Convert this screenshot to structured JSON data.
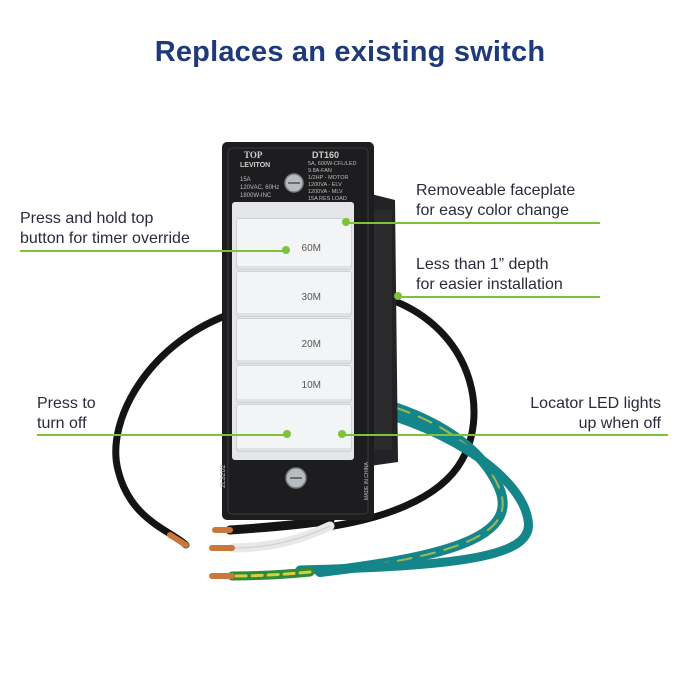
{
  "title": "Replaces an existing switch",
  "callouts": {
    "press_hold": {
      "line1": "Press and hold top",
      "line2": "button for timer override"
    },
    "faceplate": {
      "line1": "Removeable faceplate",
      "line2": "for easy color change"
    },
    "depth": {
      "line1": "Less than 1” depth",
      "line2": "for easier installation"
    },
    "press_off": {
      "line1": "Press to",
      "line2": "turn off"
    },
    "led": {
      "line1": "Locator LED lights",
      "line2": "up when off"
    }
  },
  "device": {
    "brand": "LEVITON",
    "model": "DT160",
    "top_label": "TOP",
    "left_rating": [
      "15A",
      "120VAC, 60Hz",
      "1800W-INC"
    ],
    "right_rating": [
      "5A, 600W-CFL/LED",
      "9.8A-FAN",
      "1/2HP - MOTOR",
      "1200VA - ELV",
      "1200VA - MLV",
      "15A RES LOAD"
    ],
    "buttons": [
      "60M",
      "30M",
      "20M",
      "10M",
      ""
    ],
    "side_code": "2L3202",
    "made_in": "MADE IN CHINA"
  },
  "colors": {
    "title": "#1f3a7a",
    "leader": "#7dc23a",
    "housing": "#1d1d1f",
    "button": "#f3f4f5",
    "ground_wire": "#14868a",
    "ground_stripe": "#c9c24a"
  }
}
